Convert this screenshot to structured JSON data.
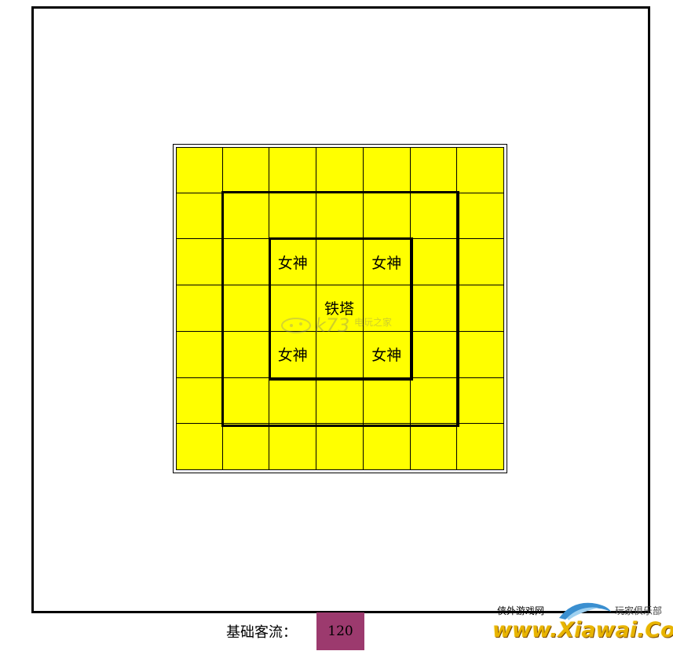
{
  "board": {
    "rows": 7,
    "cols": 7,
    "cell_color": "#ffff00",
    "grid_labels": [
      [
        "",
        "",
        "",
        "",
        "",
        "",
        ""
      ],
      [
        "",
        "",
        "",
        "",
        "",
        "",
        ""
      ],
      [
        "",
        "",
        "女神",
        "",
        "女神",
        "",
        ""
      ],
      [
        "",
        "",
        "",
        "",
        "",
        "",
        ""
      ],
      [
        "",
        "",
        "女神",
        "",
        "女神",
        "",
        ""
      ],
      [
        "",
        "",
        "",
        "",
        "",
        "",
        ""
      ],
      [
        "",
        "",
        "",
        "",
        "",
        "",
        ""
      ]
    ],
    "tower_label": "铁塔"
  },
  "flow": {
    "label": "基础客流：",
    "value": "120",
    "value_color": "#9c3a6e"
  },
  "watermark": {
    "k73": "k73",
    "k73_sub": "电玩之家",
    "top_left": "侠外游戏网",
    "top_right": "玩家俱乐部",
    "main": "www.Xiawai.Com"
  }
}
